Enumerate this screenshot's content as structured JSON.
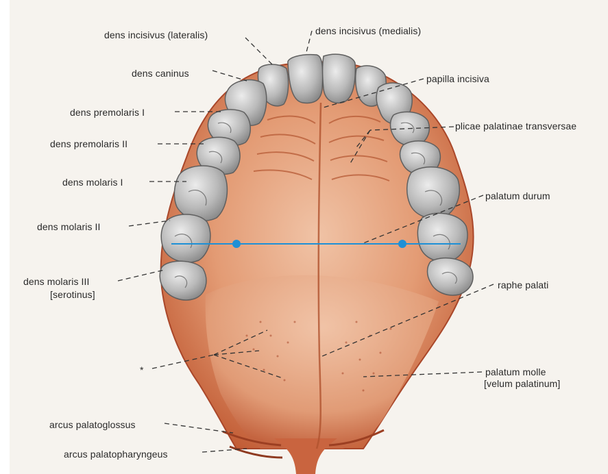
{
  "labels": {
    "incisivus_lateralis": "dens incisivus (lateralis)",
    "incisivus_medialis": "dens incisivus (medialis)",
    "caninus": "dens caninus",
    "papilla_incisiva": "papilla incisiva",
    "premolaris_1": "dens premolaris I",
    "plicae_palatinae": "plicae palatinae transversae",
    "premolaris_2": "dens premolaris II",
    "molaris_1": "dens molaris I",
    "palatum_durum": "palatum durum",
    "molaris_2": "dens molaris II",
    "molaris_3_line1": "dens molaris III",
    "molaris_3_line2": "[serotinus]",
    "raphe_palati": "raphe palati",
    "asterisk": "*",
    "palatum_molle_line1": "palatum molle",
    "palatum_molle_line2": "[velum palatinum]",
    "arcus_palatoglossus": "arcus palatoglossus",
    "arcus_palatopharyngeus": "arcus palatopharyngeus"
  },
  "colors": {
    "paper": "#f6f3ee",
    "palate_dark": "#b8502c",
    "palate_mid": "#d98a63",
    "palate_light": "#efbea2",
    "tooth": "#b9b9b9",
    "tooth_highlight": "#e6e6e6",
    "measurement": "#1e90d6",
    "leader": "#333333"
  }
}
